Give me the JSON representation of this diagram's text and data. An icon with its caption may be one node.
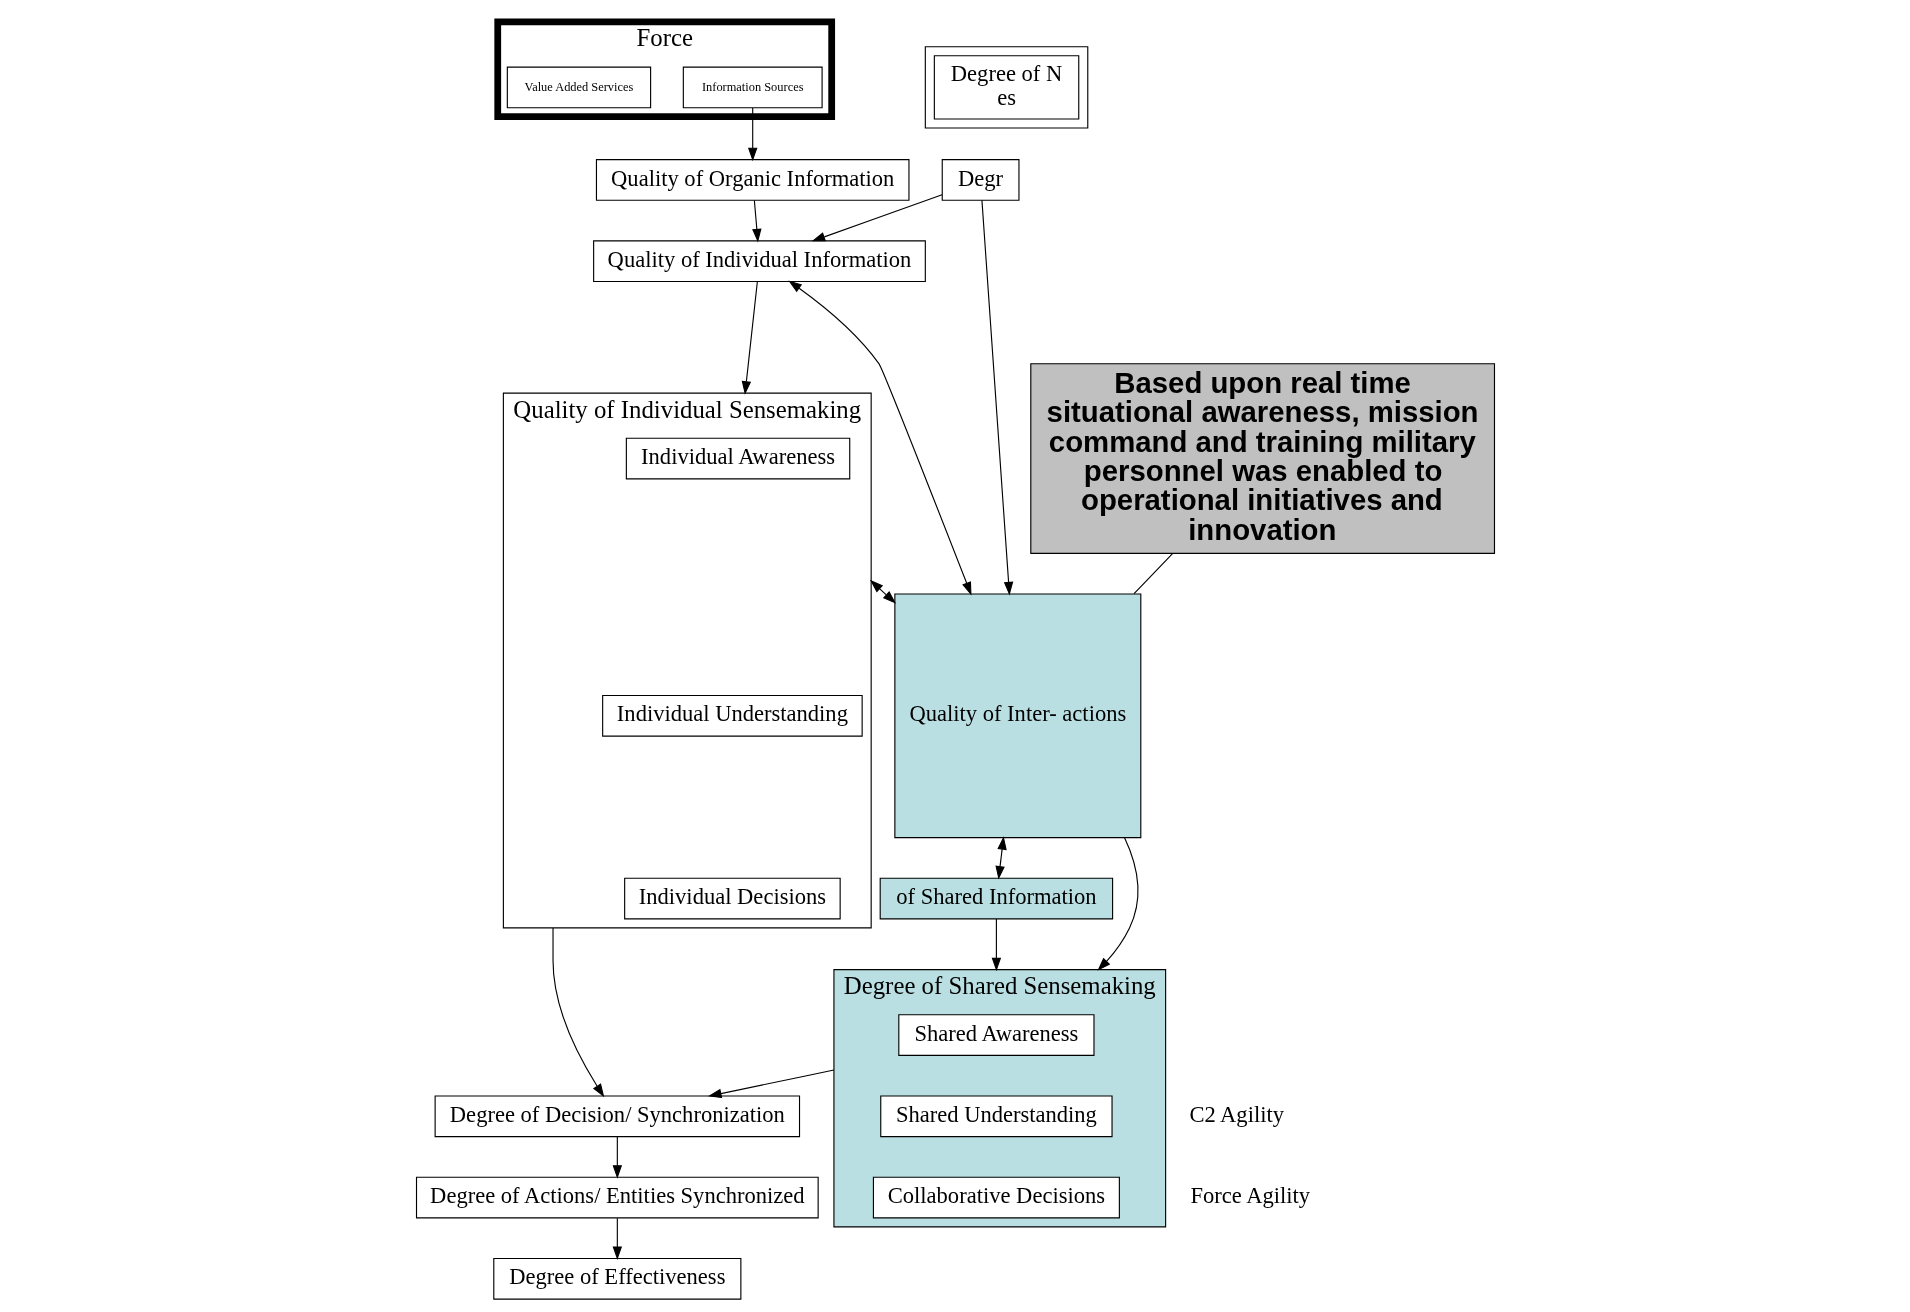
{
  "diagram": {
    "nodes": [
      {
        "text": [
          "Force"
        ]
      },
      {
        "text": [
          "Information Sources"
        ],
        "in": 0
      },
      {
        "text": [
          "Value Added Services"
        ],
        "in": 0
      },
      {
        "text": [
          "Quality of Organic Information"
        ]
      },
      {
        "text": [],
        "shape": "box"
      },
      {
        "text": [
          "Degree of N",
          "es"
        ],
        "in": 4
      },
      {
        "text": [
          "Degr"
        ]
      },
      {
        "text": [
          "Quality of Individual Information"
        ]
      },
      {
        "text": [
          "Quality of Inter- actions"
        ]
      },
      {
        "text": [
          "of Shared Information"
        ]
      },
      {
        "text": [
          "Quality of Individual Sensemaking"
        ]
      },
      {
        "text": [
          "Individual Awareness"
        ],
        "in": 10
      },
      {
        "text": [
          "Individual Understanding"
        ],
        "in": 10
      },
      {
        "text": [
          "Individual Decisions"
        ],
        "in": 10
      },
      {
        "text": [
          "Degree of Shared Sensemaking"
        ]
      },
      {
        "text": [
          "Shared Awareness"
        ],
        "in": 14
      },
      {
        "text": [
          "Shared Understanding"
        ],
        "in": 14
      },
      {
        "text": [
          "Collaborative Decisions"
        ],
        "in": 14
      },
      {
        "text": [
          "Degree of Decision/ Synchronization"
        ]
      },
      {
        "text": [
          "Degree of Actions/ Entities Synchronized"
        ]
      },
      {
        "text": [
          "Degree of Effectiveness"
        ]
      },
      {
        "text": [
          "Based upon real time situational awareness, mission command and training military personnel was enabled to operational initiatives and innovation"
        ]
      }
    ],
    "edges": [
      {
        "from": 1,
        "to": 3,
        "arrow": "to"
      },
      {
        "from": 3,
        "to": 7,
        "arrow": "to"
      },
      {
        "from": 6,
        "to": 7,
        "arrow": "to"
      },
      {
        "from": 6,
        "to": 8,
        "arrow": "to"
      },
      {
        "from": 7,
        "to": 8,
        "arrow": "both"
      },
      {
        "from": 8,
        "to": 9,
        "arrow": "both"
      },
      {
        "from": 7,
        "to": 10,
        "arrow": "to"
      },
      {
        "from": 10,
        "to": 8,
        "arrow": "both"
      },
      {
        "from": 8,
        "to": 14,
        "arrow": "to"
      },
      {
        "from": 9,
        "to": 14,
        "arrow": "to"
      },
      {
        "from": 10,
        "to": 18,
        "arrow": "to"
      },
      {
        "from": 14,
        "to": 18,
        "arrow": "to"
      },
      {
        "from": 18,
        "to": 19,
        "arrow": "to"
      },
      {
        "from": 19,
        "to": 20,
        "arrow": "to"
      },
      {
        "from": 21,
        "to": 8,
        "arrow": "none"
      }
    ],
    "labels": [
      "C2 Agility",
      "Force Agility"
    ]
  }
}
